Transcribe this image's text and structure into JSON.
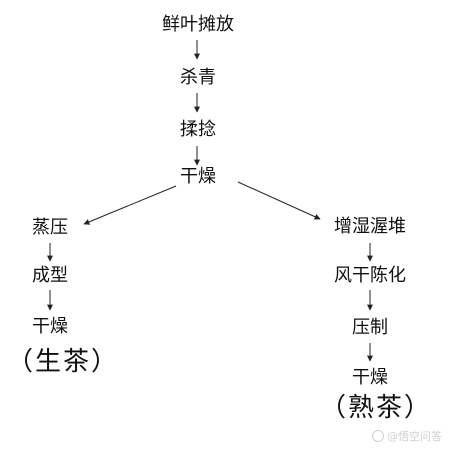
{
  "nodes": {
    "fresh_leaf_spreading": "鲜叶摊放",
    "fixing": "杀青",
    "rolling": "揉捻",
    "drying_main": "干燥",
    "steaming_pressing": "蒸压",
    "shaping": "成型",
    "drying_raw": "干燥",
    "raw_tea_label": "（生茶）",
    "wet_piling": "增湿渥堆",
    "air_drying_aging": "风干陈化",
    "pressing": "压制",
    "drying_ripe": "干燥",
    "ripe_tea_label": "（熟茶）"
  },
  "watermark": {
    "text": "@悟空问答"
  },
  "colors": {
    "text": "#111111",
    "arrow": "#222222",
    "watermark": "#cfcfcf"
  }
}
